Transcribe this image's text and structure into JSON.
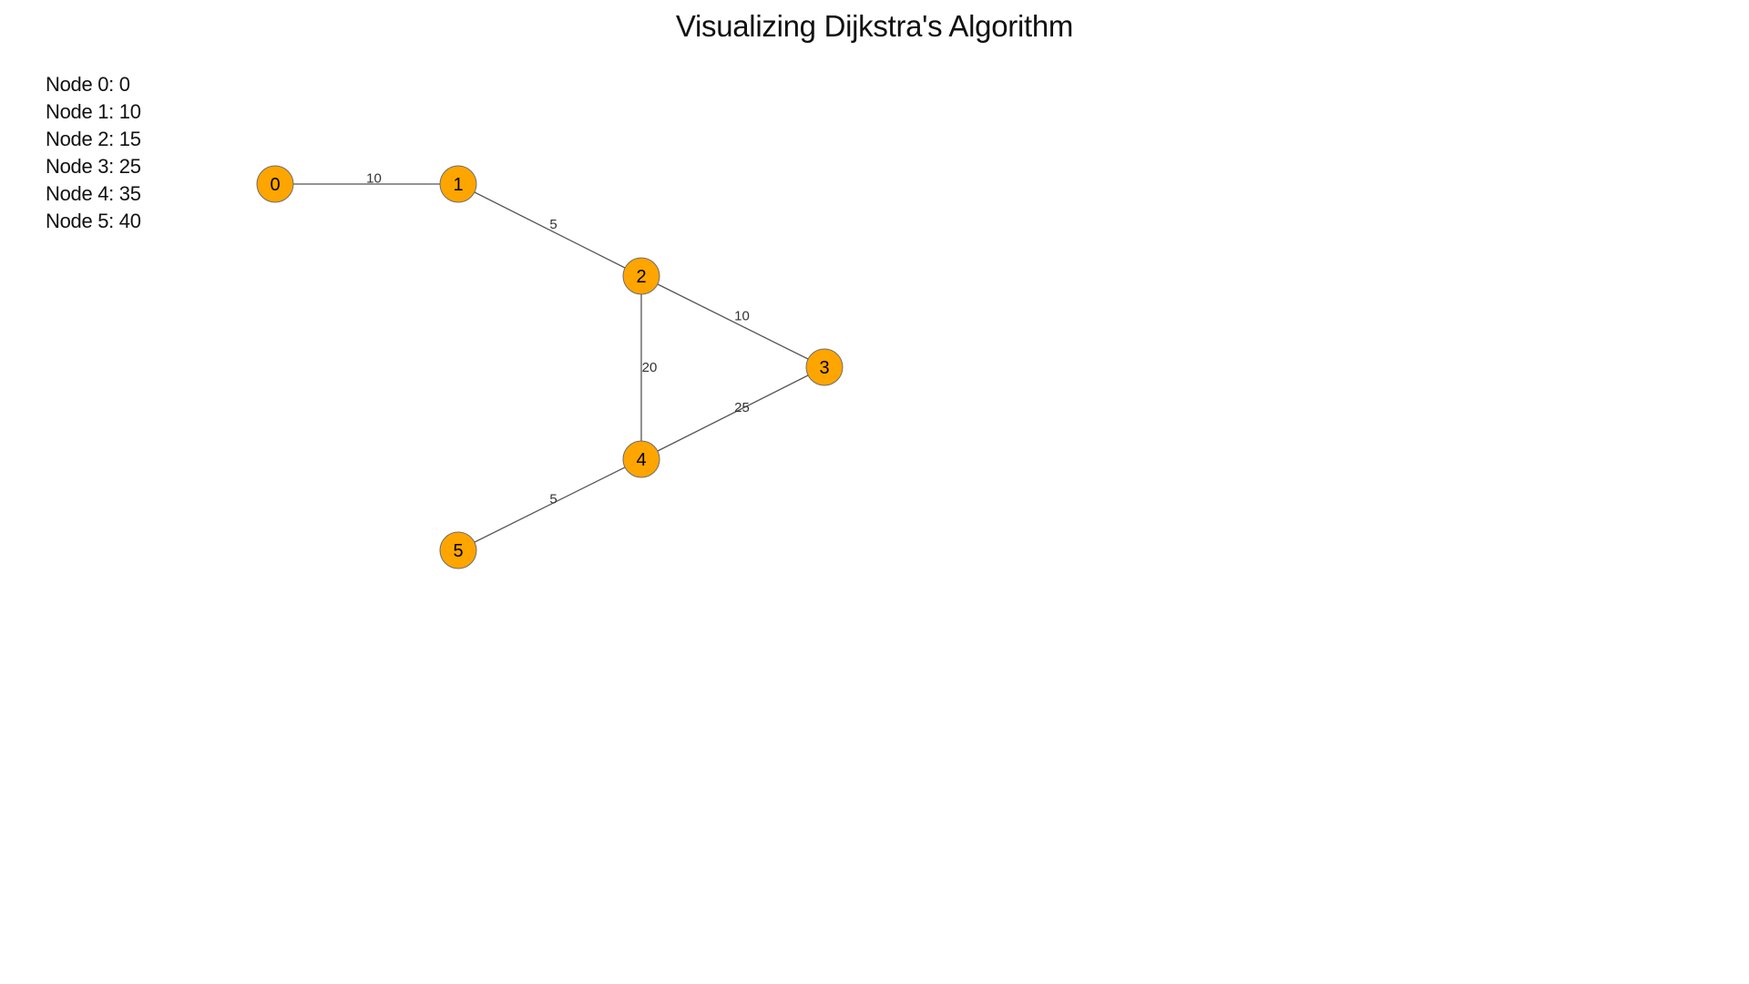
{
  "title": "Visualizing Dijkstra's Algorithm",
  "distances": [
    "Node 0: 0",
    "Node 1: 10",
    "Node 2: 15",
    "Node 3: 25",
    "Node 4: 35",
    "Node 5: 40"
  ],
  "graph": {
    "node_color": "#ffa500",
    "edge_color": "#555555",
    "nodes": [
      "0",
      "1",
      "2",
      "3",
      "4",
      "5"
    ],
    "edges": [
      {
        "from": "0",
        "to": "1",
        "weight": "10"
      },
      {
        "from": "1",
        "to": "2",
        "weight": "5"
      },
      {
        "from": "2",
        "to": "3",
        "weight": "10"
      },
      {
        "from": "2",
        "to": "4",
        "weight": "20"
      },
      {
        "from": "3",
        "to": "4",
        "weight": "25"
      },
      {
        "from": "4",
        "to": "5",
        "weight": "5"
      }
    ]
  }
}
